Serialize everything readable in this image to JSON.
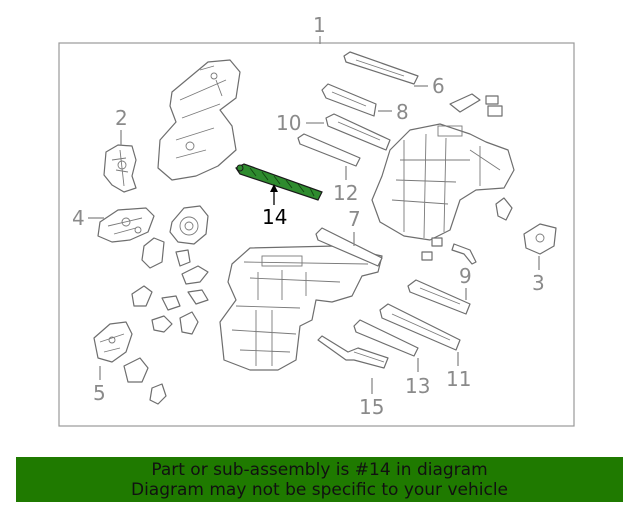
{
  "diagram": {
    "callouts": {
      "c1": "1",
      "c2": "2",
      "c3": "3",
      "c4": "4",
      "c5": "5",
      "c6": "6",
      "c7": "7",
      "c8": "8",
      "c9": "9",
      "c10": "10",
      "c11": "11",
      "c12": "12",
      "c13": "13",
      "c14": "14",
      "c15": "15"
    },
    "highlighted_part": "14",
    "colors": {
      "highlight": "#2e8b2e",
      "banner": "#1f7a00",
      "callout": "#8a8a8a",
      "frame": "#999999"
    }
  },
  "banner": {
    "line1": "Part or sub-assembly is #14 in diagram",
    "line2": "Diagram may not be specific to your vehicle"
  }
}
